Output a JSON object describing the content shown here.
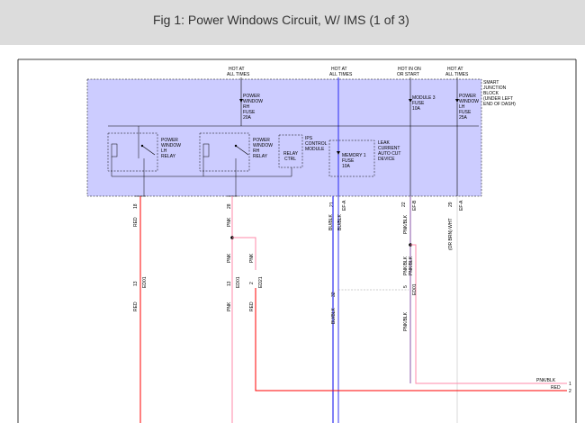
{
  "header": {
    "title": "Fig 1: Power Windows Circuit, W/ IMS (1 of 3)"
  },
  "colors": {
    "header_bg": "#dcdcdc",
    "block_fill": "#ccccff",
    "red": "#ff0000",
    "pink": "#ff88aa",
    "blue": "#0000ee",
    "purple": "#8855aa",
    "white_wire": "#d8d8d8"
  },
  "labels": {
    "hot1": "HOT AT",
    "hot1b": "ALL TIMES",
    "hot2": "HOT AT",
    "hot2b": "ALL TIMES",
    "hot3": "HOT IN ON",
    "hot3b": "OR START",
    "hot4": "HOT AT",
    "hot4b": "ALL TIMES",
    "sjb1": "SMART",
    "sjb2": "JUNCTION",
    "sjb3": "BLOCK",
    "sjb4": "(UNDER LEFT",
    "sjb5": "END OF DASH)",
    "pwrh1": "POWER",
    "pwrh2": "WINDOW",
    "pwrh3": "RH",
    "pwrh4": "FUSE",
    "pwrh5": "20A",
    "m3a": "MODULE 3",
    "m3b": "FUSE",
    "m3c": "10A",
    "pwlh1": "POWER",
    "pwlh2": "WINDOW",
    "pwlh3": "LH",
    "pwlh4": "FUSE",
    "pwlh5": "25A",
    "lhr1": "POWER",
    "lhr2": "WINDOW",
    "lhr3": "LH",
    "lhr4": "RELAY",
    "rhr1": "POWER",
    "rhr2": "WINDOW",
    "rhr3": "RH",
    "rhr4": "RELAY",
    "ips1": "IPS",
    "ips2": "CONTROL",
    "ips3": "MODULE",
    "rc1": "RELAY",
    "rc2": "CTRL",
    "mem1": "MEMORY 1",
    "mem2": "FUSE",
    "mem3": "10A",
    "leak1": "LEAK",
    "leak2": "CURRENT",
    "leak3": "AUTO CUT",
    "leak4": "DEVICE",
    "c1_18": "18",
    "c1_red": "RED",
    "c2_28": "28",
    "c2_pnk": "PNK",
    "c3_21": "21",
    "c3_ef": "EF-A",
    "c3_bb1": "BU/BLK",
    "c3_bb2": "BU/BLK",
    "c4_22": "22",
    "c4_ef": "EF-B",
    "c4_pb": "PNK/BLK",
    "c5_29": "29",
    "c5_ef": "EF-A",
    "c5_wht": "(OR BRN) WHT",
    "e1_13": "13",
    "e1_c": "ED01",
    "e1_red": "RED",
    "e2_13": "13",
    "e2_c": "ED01",
    "e2_pnk": "PNK",
    "e2_pnk_top": "PNK",
    "e3_2": "2",
    "e3_c": "ED21",
    "e3_red": "RED",
    "e3_pnk_top": "PNK",
    "e4_32": "32",
    "e4_bb": "BU/BLK",
    "e5_5": "5",
    "e5_c": "ED01",
    "e5_pb_top": "PNK/BLK",
    "e5_pb_top2": "PNK/BLK",
    "e5_pb_bot": "PNK/BLK",
    "out1_label": "PNK/BLK",
    "out1_num": "1",
    "out2_label": "RED",
    "out2_num": "2"
  }
}
